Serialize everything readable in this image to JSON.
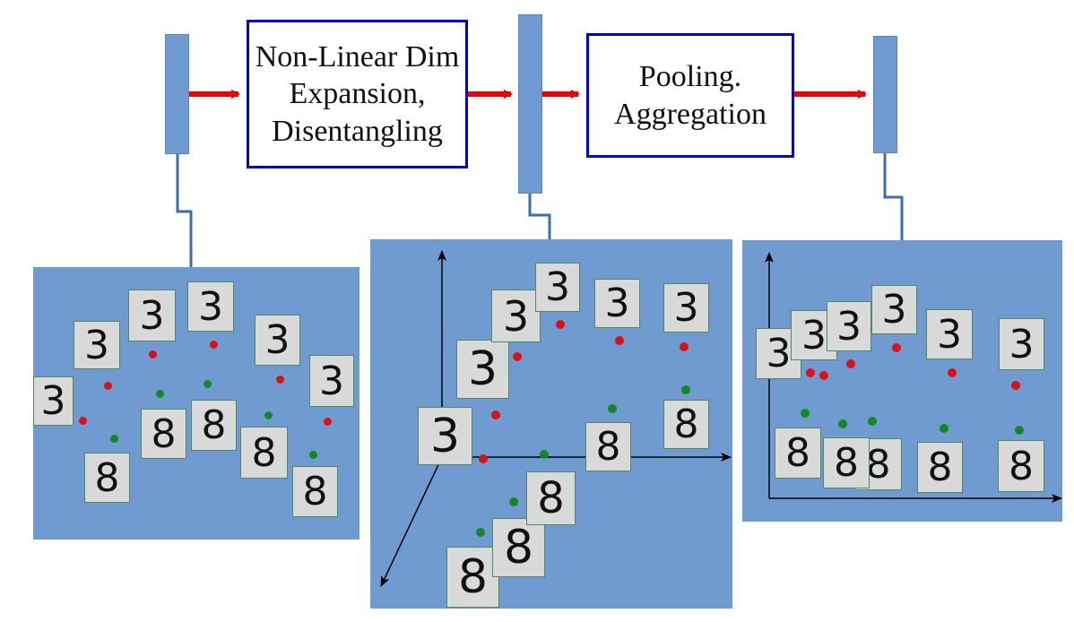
{
  "colors": {
    "vector": "#6f9bd1",
    "panel": "#6f9bd1",
    "box_border": "#0000ee",
    "arrow": "#ee0000",
    "connector": "#3b6db5",
    "class3_dot": "#e01010",
    "class8_dot": "#118a22",
    "digit_bg": "#d9d9d9"
  },
  "boxes": {
    "expansion": "Non-Linear Dim\nExpansion,\nDisentangling",
    "pooling": "Pooling.\nAggregation"
  },
  "digits": {
    "three": "3",
    "eight": "8"
  }
}
